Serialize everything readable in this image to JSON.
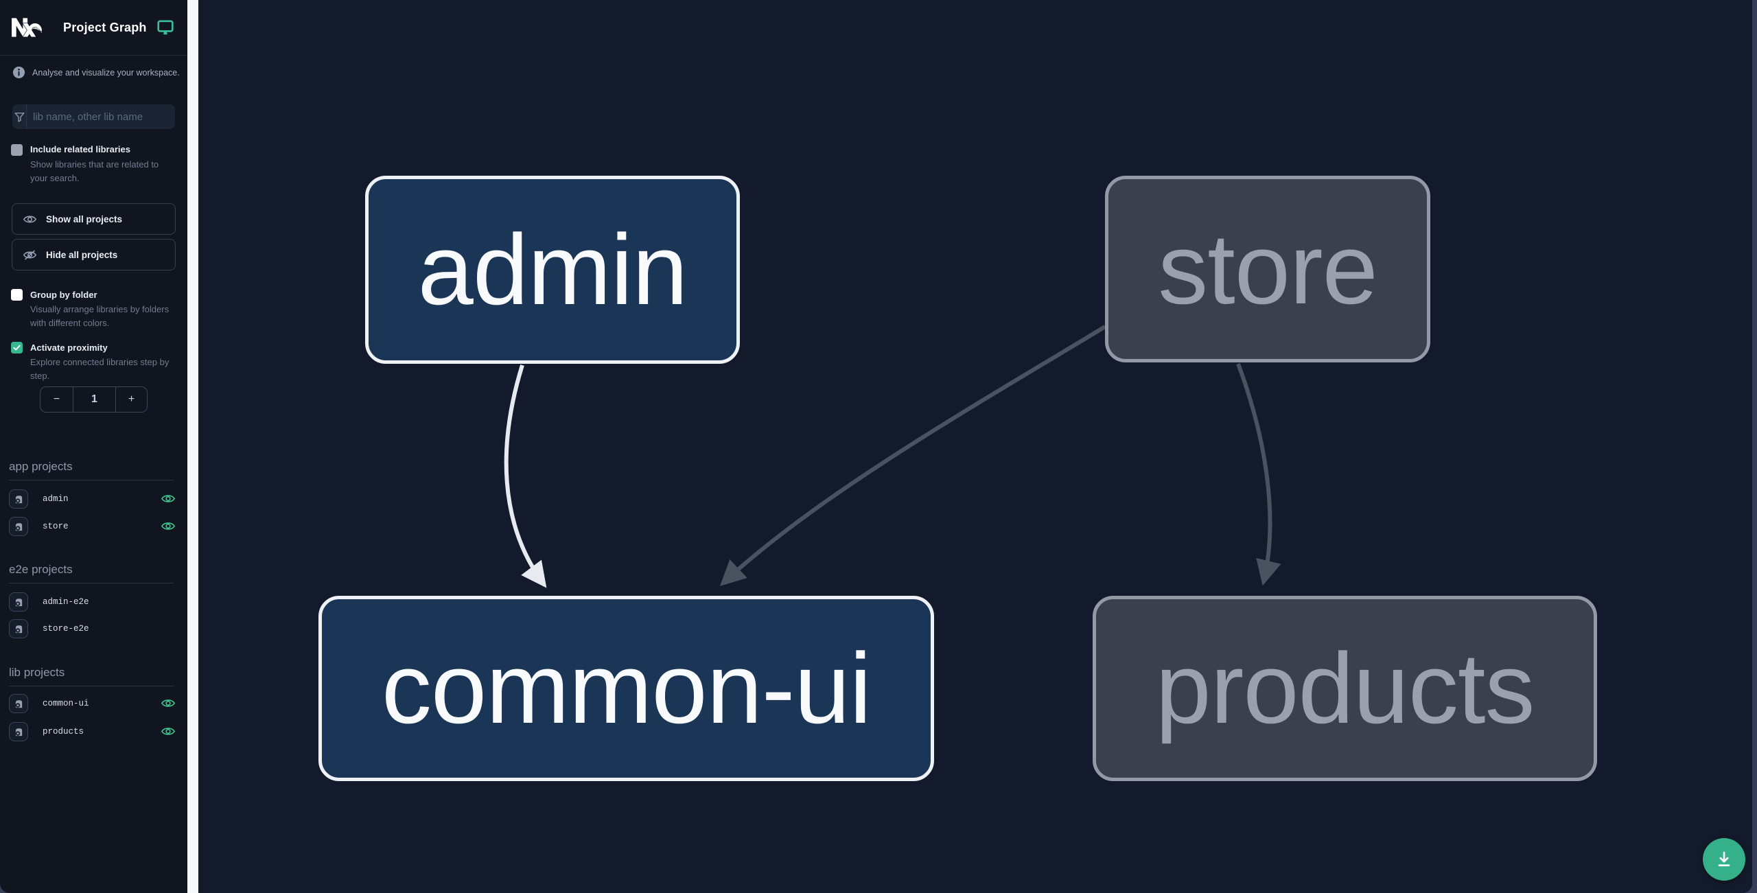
{
  "app": {
    "title": "Project Graph",
    "tagline": "Analyse and visualize your workspace."
  },
  "colors": {
    "accent_teal": "#35b88f",
    "highlight_node_fill": "#1b3557",
    "highlight_node_border": "#eef1f6",
    "dimmed_node_fill": "#3a404d",
    "dimmed_node_border": "#949aa5",
    "highlight_edge": "#e7eaef",
    "dimmed_edge": "#4a5260",
    "sidebar_bg": "#101520",
    "canvas_bg": "#131a2b"
  },
  "sidebar": {
    "search_placeholder": "lib name, other lib name",
    "filters": {
      "include_related": {
        "label": "Include related libraries",
        "desc": "Show libraries that are related to your search.",
        "checked": false
      },
      "group_by_folder": {
        "label": "Group by folder",
        "desc": "Visually arrange libraries by folders with different colors.",
        "checked": false
      },
      "proximity": {
        "label": "Activate proximity",
        "desc": "Explore connected libraries step by step.",
        "checked": true,
        "depth_value": "1",
        "decrement_label": "−",
        "increment_label": "+"
      }
    },
    "actions": {
      "show_all": "Show all projects",
      "hide_all": "Hide all projects"
    },
    "sections": [
      {
        "title": "app projects",
        "items": [
          {
            "name": "admin",
            "eye_visible": true
          },
          {
            "name": "store",
            "eye_visible": true
          }
        ]
      },
      {
        "title": "e2e projects",
        "items": [
          {
            "name": "admin-e2e",
            "eye_visible": false
          },
          {
            "name": "store-e2e",
            "eye_visible": false
          }
        ]
      },
      {
        "title": "lib projects",
        "items": [
          {
            "name": "common-ui",
            "eye_visible": true
          },
          {
            "name": "products",
            "eye_visible": true
          }
        ]
      }
    ]
  },
  "graph": {
    "nodes": [
      {
        "id": "admin",
        "label": "admin",
        "state": "highlighted"
      },
      {
        "id": "store",
        "label": "store",
        "state": "dimmed"
      },
      {
        "id": "common-ui",
        "label": "common-ui",
        "state": "highlighted"
      },
      {
        "id": "products",
        "label": "products",
        "state": "dimmed"
      }
    ],
    "edges": [
      {
        "source": "admin",
        "target": "common-ui",
        "state": "highlighted"
      },
      {
        "source": "store",
        "target": "common-ui",
        "state": "dimmed"
      },
      {
        "source": "store",
        "target": "products",
        "state": "dimmed"
      }
    ]
  },
  "fab": {
    "action": "download-graph-image"
  }
}
